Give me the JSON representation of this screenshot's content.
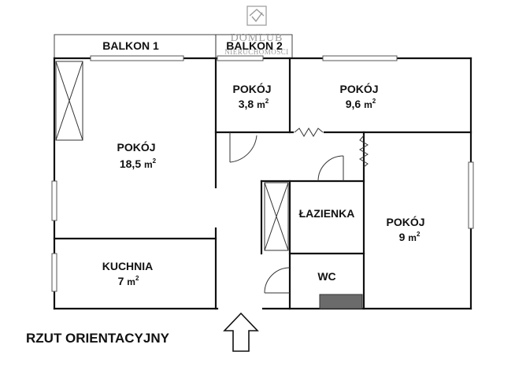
{
  "logo": {
    "brand": "DOMLUB",
    "subtitle": "NIERUCHOMOŚCI"
  },
  "title": "RZUT ORIENTACYJNY",
  "rooms": {
    "balkon1": {
      "name": "BALKON 1"
    },
    "balkon2": {
      "name": "BALKON 2"
    },
    "pokoj_a": {
      "name": "POKÓJ",
      "area": "18,5",
      "unit": "m"
    },
    "pokoj_b": {
      "name": "POKÓJ",
      "area": "3,8",
      "unit": "m"
    },
    "pokoj_c": {
      "name": "POKÓJ",
      "area": "9,6",
      "unit": "m"
    },
    "pokoj_d": {
      "name": "POKÓJ",
      "area": "9",
      "unit": "m"
    },
    "kuchnia": {
      "name": "KUCHNIA",
      "area": "7",
      "unit": "m"
    },
    "lazienka": {
      "name": "ŁAZIENKA"
    },
    "wc": {
      "name": "WC"
    }
  },
  "unit_sup": "2",
  "colors": {
    "wall": "#111111",
    "logo": "#9a9a9a",
    "fixture": "#6b6b6b"
  }
}
